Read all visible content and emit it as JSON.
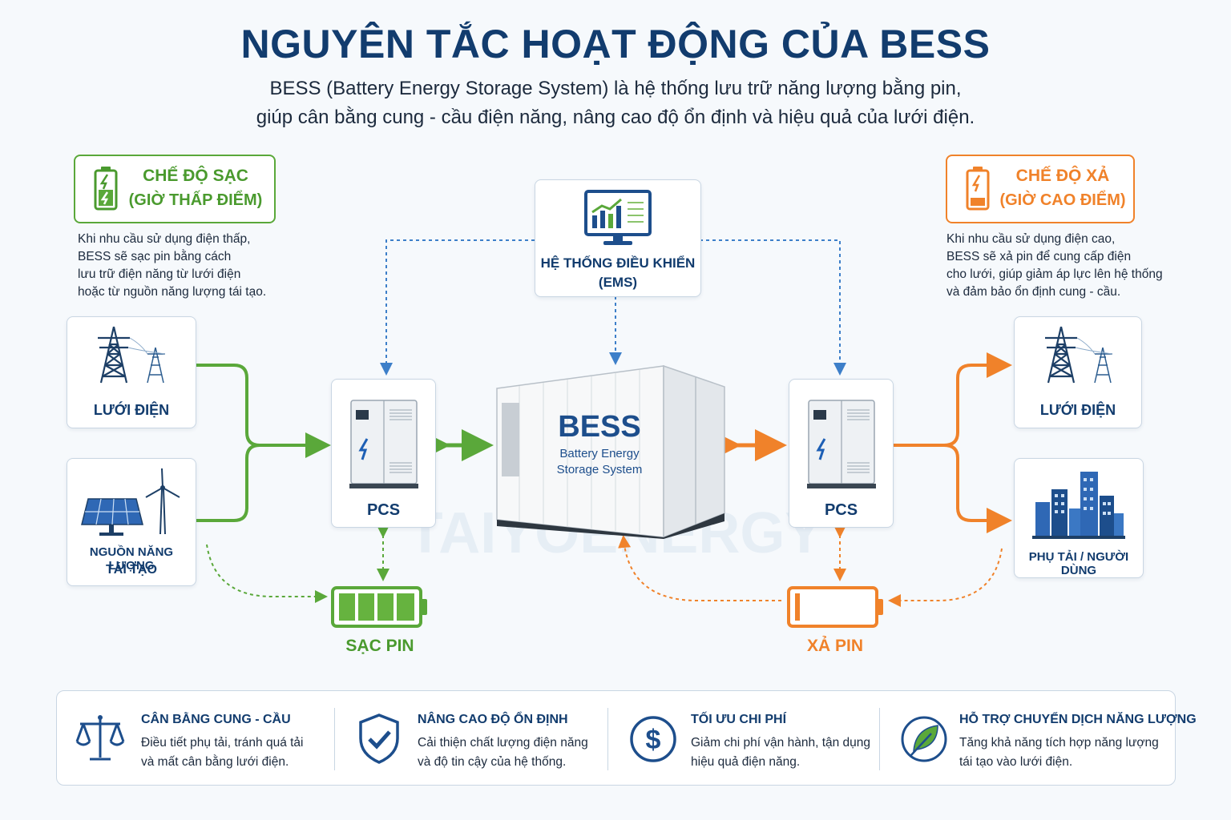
{
  "header": {
    "title": "NGUYÊN TẮC HOẠT ĐỘNG CỦA BESS",
    "subtitle_line1": "BESS (Battery Energy Storage System) là hệ thống lưu trữ năng lượng bằng pin,",
    "subtitle_line2": "giúp cân bằng cung - cầu điện năng, nâng cao độ ổn định và hiệu quả của lưới điện."
  },
  "charge_mode": {
    "title_line1": "CHẾ ĐỘ SẠC",
    "title_line2": "(GIỜ THẤP ĐIỂM)",
    "desc": [
      "Khi nhu cầu sử dụng điện thấp,",
      "BESS sẽ sạc pin bằng cách",
      "lưu trữ điện năng từ lưới điện",
      "hoặc từ nguồn năng lượng tái tạo."
    ]
  },
  "discharge_mode": {
    "title_line1": "CHẾ ĐỘ XẢ",
    "title_line2": "(GIỜ CAO ĐIỂM)",
    "desc": [
      "Khi nhu cầu sử dụng điện cao,",
      "BESS sẽ xả pin để cung cấp điện",
      "cho lưới, giúp giảm áp lực lên hệ thống",
      "và đảm bảo ổn định cung - cầu."
    ]
  },
  "ems": {
    "line1": "HỆ THỐNG ĐIỀU KHIỂN",
    "line2": "(EMS)"
  },
  "left_nodes": {
    "grid": "LƯỚI ĐIỆN",
    "renewable_line1": "NGUỒN NĂNG LƯỢNG",
    "renewable_line2": "TÁI TẠO"
  },
  "right_nodes": {
    "grid": "LƯỚI ĐIỆN",
    "load": "PHỤ TẢI / NGƯỜI DÙNG"
  },
  "pcs_left": "PCS",
  "pcs_right": "PCS",
  "container": {
    "label": "BESS",
    "sub1": "Battery Energy",
    "sub2": "Storage System"
  },
  "battery_charge_label": "SẠC PIN",
  "battery_discharge_label": "XẢ PIN",
  "watermark": "TAIYOENERGY",
  "features": [
    {
      "title": "CÂN BẰNG CUNG - CẦU",
      "desc1": "Điều tiết phụ tải, tránh quá tải",
      "desc2": "và mất cân bằng lưới điện."
    },
    {
      "title": "NÂNG CAO ĐỘ ỔN ĐỊNH",
      "desc1": "Cải thiện chất lượng điện năng",
      "desc2": "và độ tin cậy của hệ thống."
    },
    {
      "title": "TỐI ƯU CHI PHÍ",
      "desc1": "Giảm chi phí vận hành, tận dụng",
      "desc2": "hiệu quả điện năng."
    },
    {
      "title": "HỖ TRỢ CHUYỂN DỊCH NĂNG LƯỢNG",
      "desc1": "Tăng khả năng tích hợp năng lượng",
      "desc2": "tái tạo vào lưới điện."
    }
  ],
  "colors": {
    "navy": "#123c6e",
    "green": "#5aa83a",
    "orange": "#f0822a",
    "blue_dash": "#3d7fc9"
  },
  "icons": [
    "battery-charging-icon",
    "battery-low-icon",
    "monitor-chart-icon",
    "transmission-tower-icon",
    "solar-panel-icon",
    "wind-turbine-icon",
    "inverter-cabinet-icon",
    "city-buildings-icon",
    "scale-icon",
    "shield-check-icon",
    "dollar-coin-icon",
    "leaf-icon"
  ]
}
